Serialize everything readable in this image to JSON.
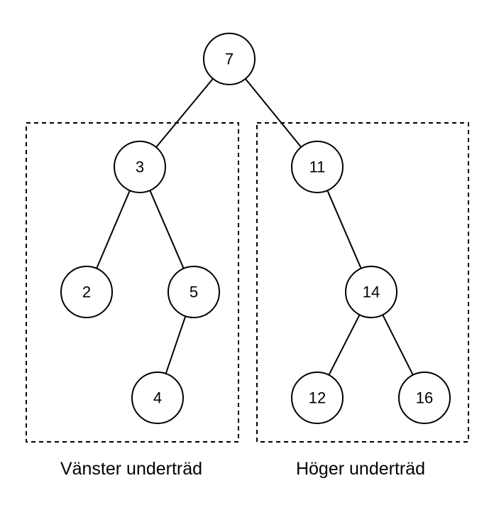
{
  "tree": {
    "nodes": [
      {
        "id": "n7",
        "label": "7"
      },
      {
        "id": "n3",
        "label": "3"
      },
      {
        "id": "n11",
        "label": "11"
      },
      {
        "id": "n2",
        "label": "2"
      },
      {
        "id": "n5",
        "label": "5"
      },
      {
        "id": "n4",
        "label": "4"
      },
      {
        "id": "n14",
        "label": "14"
      },
      {
        "id": "n12",
        "label": "12"
      },
      {
        "id": "n16",
        "label": "16"
      }
    ],
    "edges": [
      [
        "n7",
        "n3"
      ],
      [
        "n7",
        "n11"
      ],
      [
        "n3",
        "n2"
      ],
      [
        "n3",
        "n5"
      ],
      [
        "n5",
        "n4"
      ],
      [
        "n11",
        "n14"
      ],
      [
        "n14",
        "n12"
      ],
      [
        "n14",
        "n16"
      ]
    ]
  },
  "captions": {
    "left_subtree": "Vänster underträd",
    "right_subtree": "Höger underträd"
  }
}
